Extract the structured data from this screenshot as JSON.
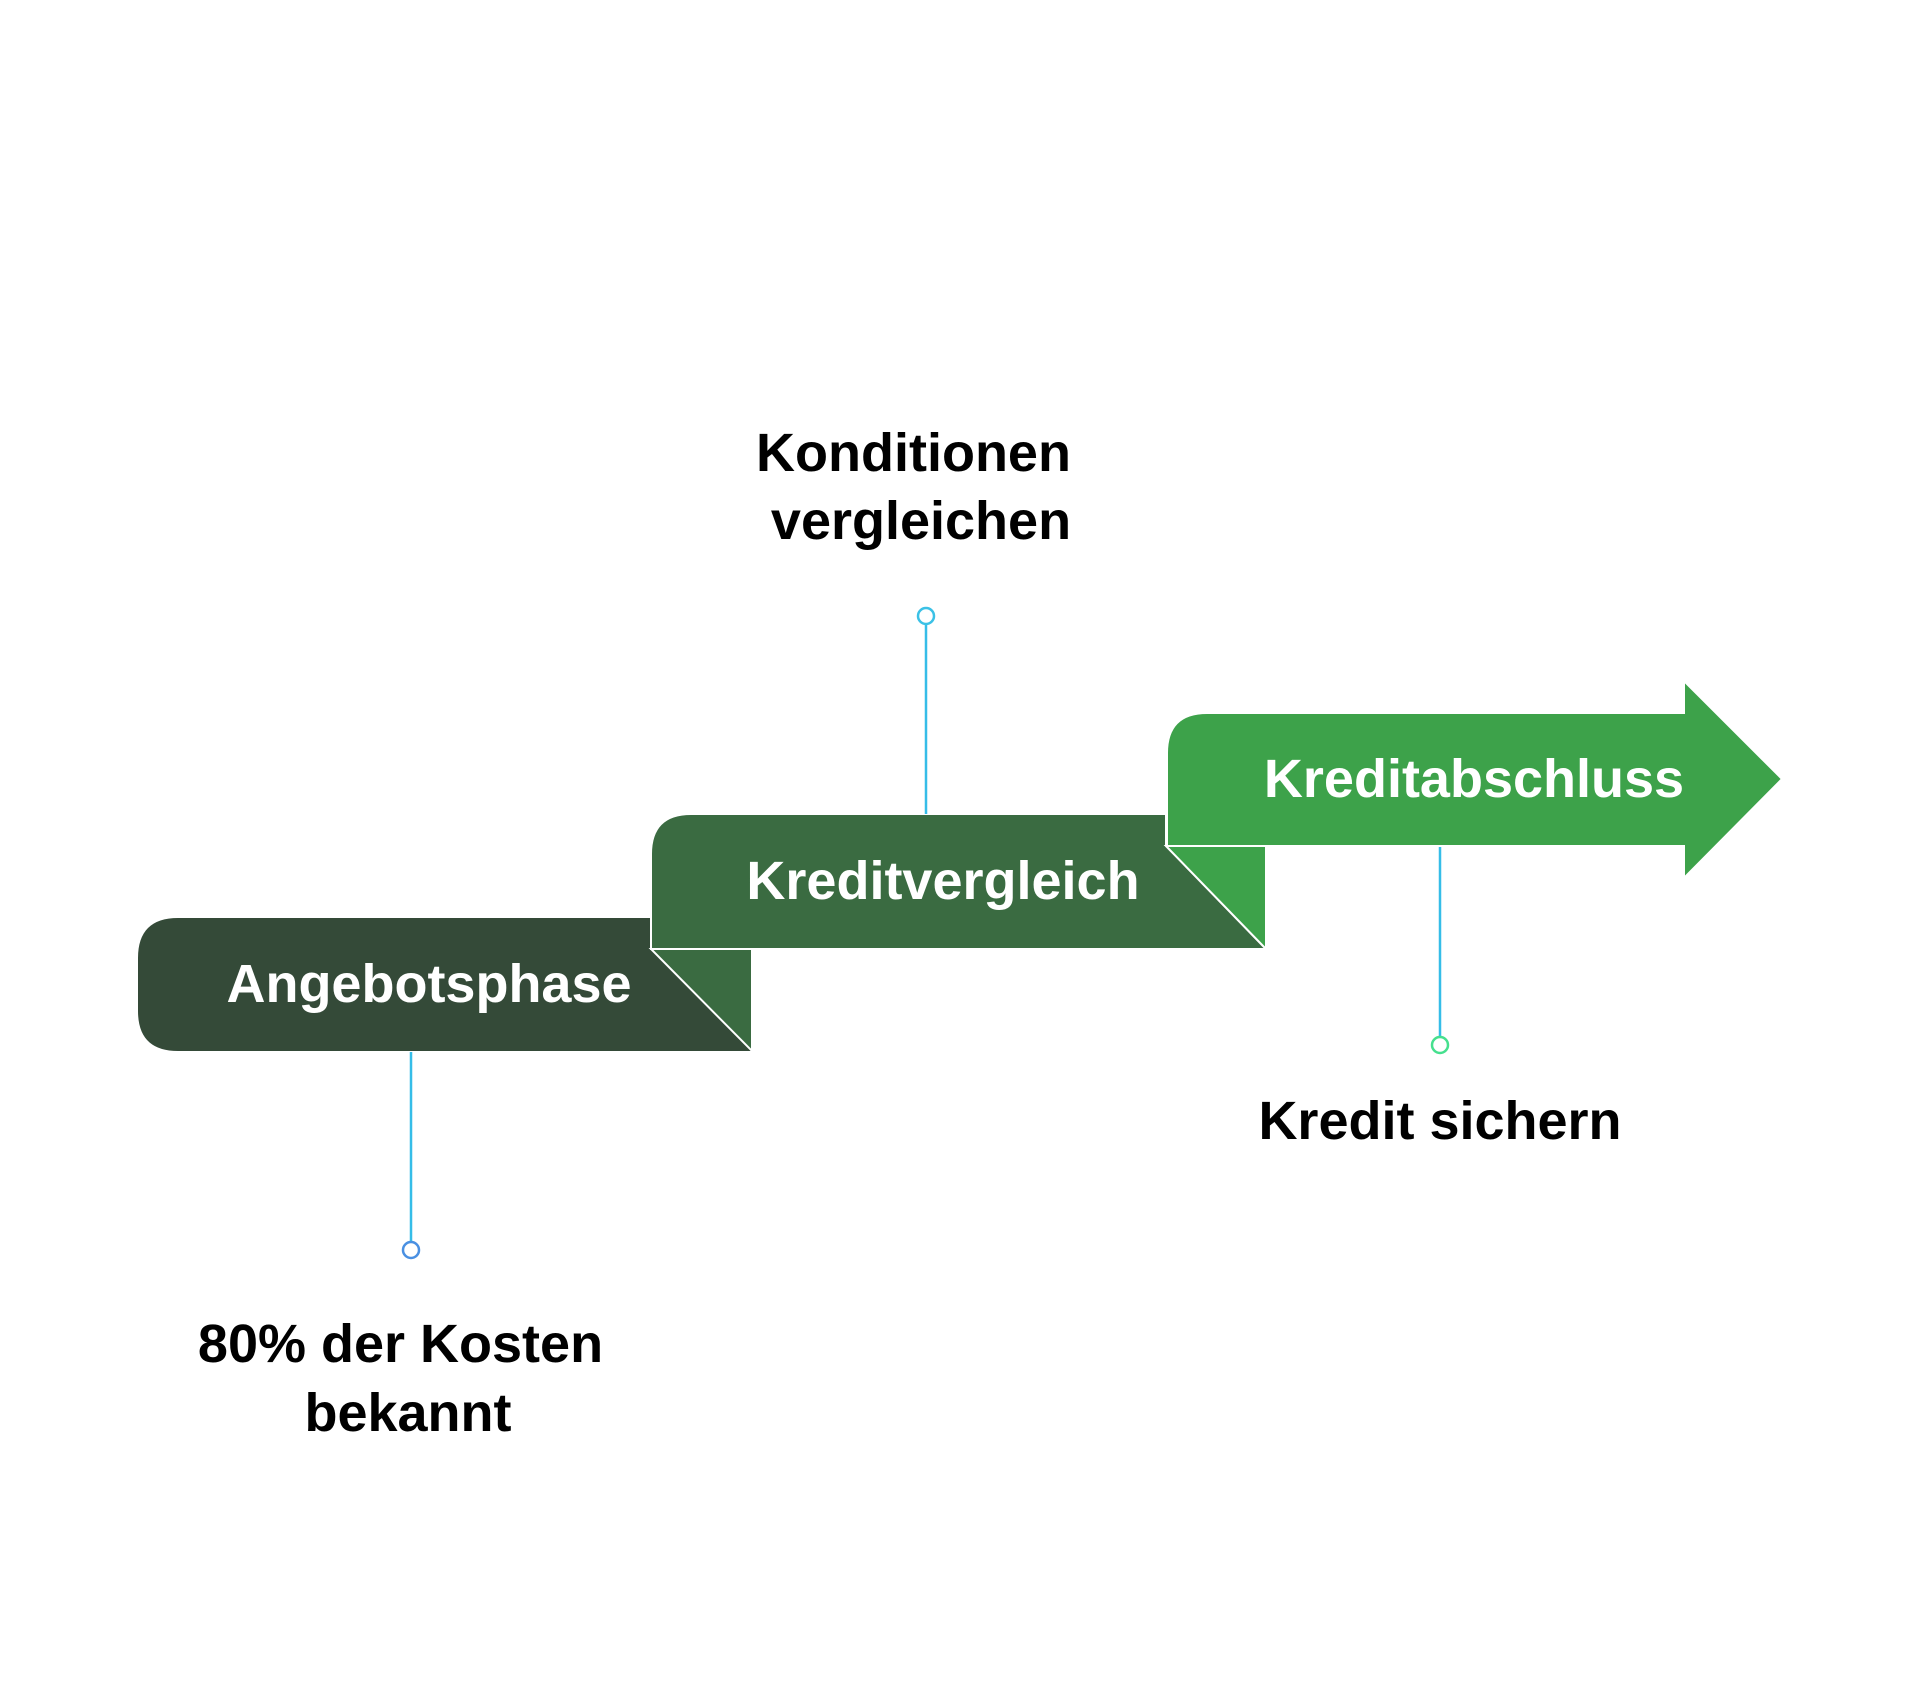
{
  "steps": [
    {
      "label": "Angebotsphase",
      "note_lines": [
        "80% der Kosten",
        "bekannt"
      ],
      "color": "#344a38",
      "marker_color": "#4a90e2"
    },
    {
      "label": "Kreditvergleich",
      "note_lines": [
        "Konditionen",
        "vergleichen"
      ],
      "color": "#3a6b41",
      "marker_color": "#3bc1e6"
    },
    {
      "label": "Kreditabschluss",
      "note_lines": [
        "Kredit sichern"
      ],
      "color": "#3da24a",
      "marker_color": "#46e08e"
    }
  ],
  "connector_color": "#35bde8"
}
